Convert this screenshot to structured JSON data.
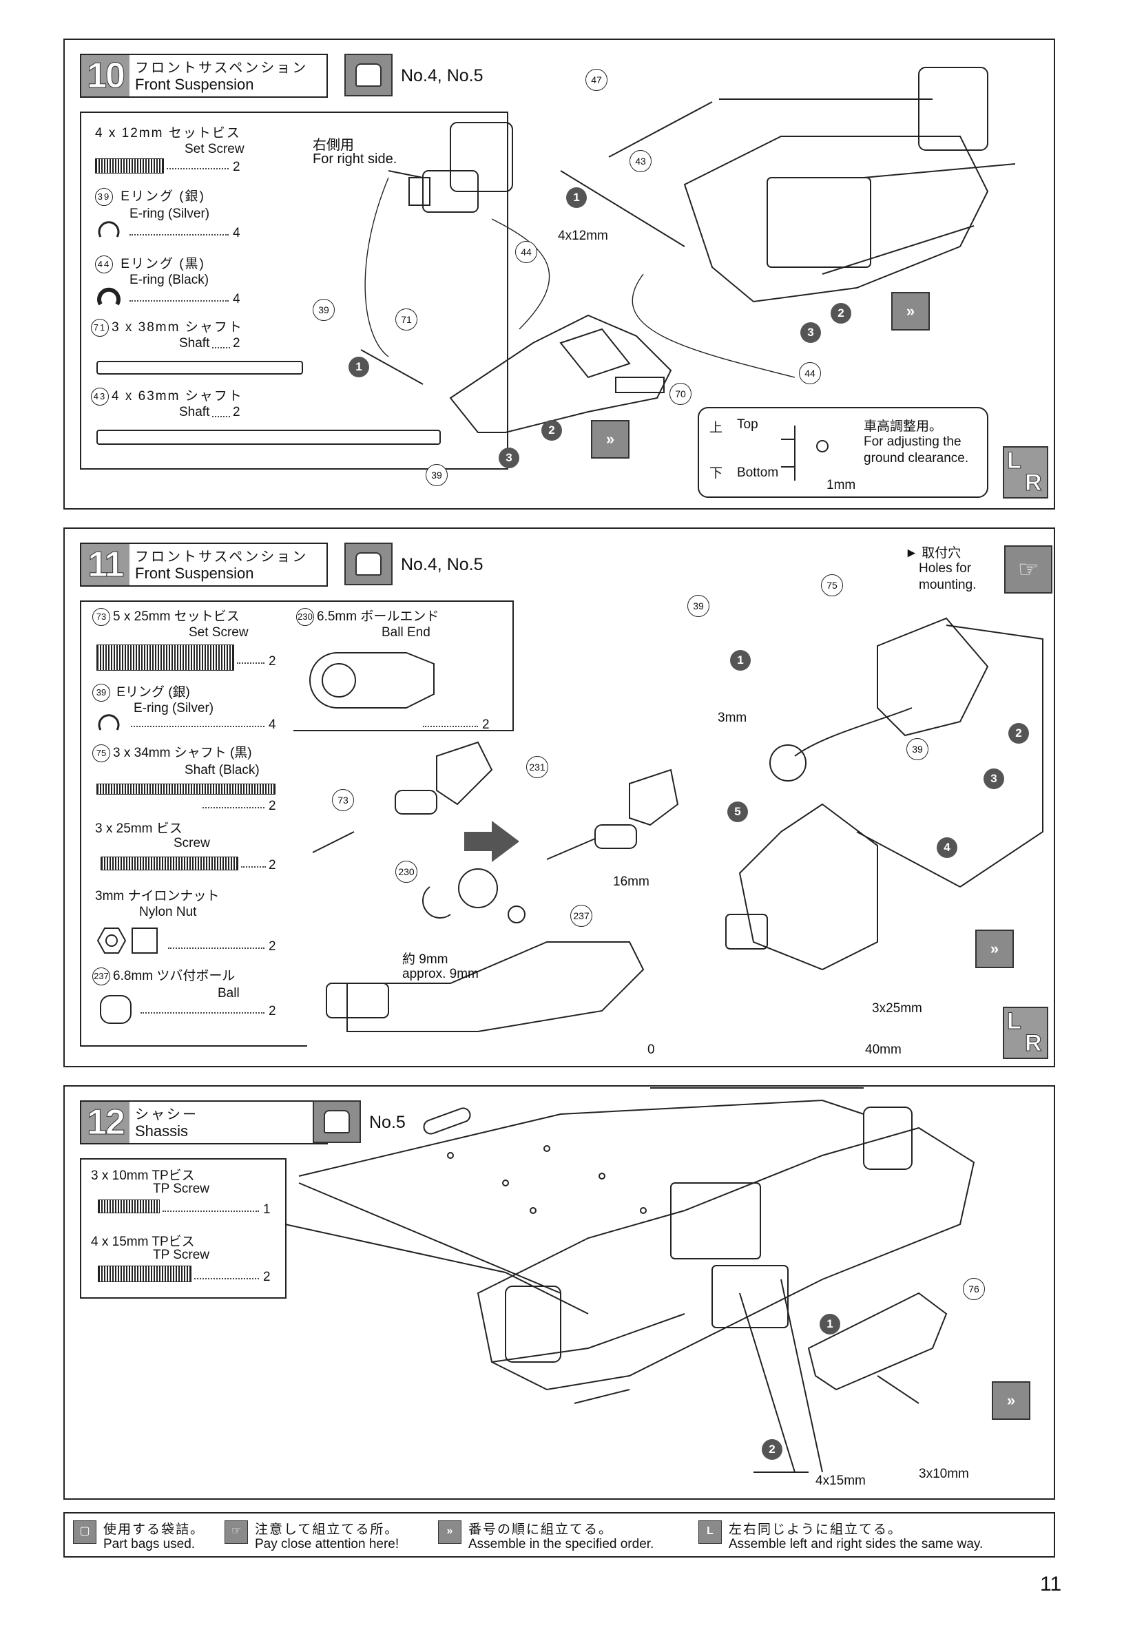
{
  "step10": {
    "number": "10",
    "title_jp": "フロントサスペンション",
    "title_en": "Front Suspension",
    "bags": "No.4, No.5",
    "parts": [
      {
        "id": "",
        "name_jp": "4 x 12mm セットビス",
        "name_en": "Set Screw",
        "qty": "2"
      },
      {
        "id": "39",
        "name_jp": "Eリング (銀)",
        "name_en": "E-ring (Silver)",
        "qty": "4"
      },
      {
        "id": "44",
        "name_jp": "Eリング (黒)",
        "name_en": "E-ring (Black)",
        "qty": "4"
      },
      {
        "id": "71",
        "name_jp": "3 x 38mm シャフト",
        "name_en": "Shaft",
        "qty": "2"
      },
      {
        "id": "43",
        "name_jp": "4 x 63mm シャフト",
        "name_en": "Shaft",
        "qty": "2"
      }
    ],
    "right_side_jp": "右側用",
    "right_side_en": "For right side.",
    "screw_size": "4x12mm",
    "callouts": [
      "47",
      "43",
      "44",
      "39",
      "71",
      "70",
      "39",
      "44"
    ],
    "detail": {
      "top_jp": "上",
      "top_en": "Top",
      "bottom_jp": "下",
      "bottom_en": "Bottom",
      "note_jp": "車高調整用。",
      "note_en": "For adjusting the ground clearance.",
      "dimension": "1mm"
    }
  },
  "step11": {
    "number": "11",
    "title_jp": "フロントサスペンション",
    "title_en": "Front Suspension",
    "bags": "No.4, No.5",
    "parts": [
      {
        "id": "73",
        "name_jp": "5 x 25mm セットビス",
        "name_en": "Set Screw",
        "qty": "2"
      },
      {
        "id": "39",
        "name_jp": "Eリング (銀)",
        "name_en": "E-ring (Silver)",
        "qty": "4"
      },
      {
        "id": "75",
        "name_jp": "3 x 34mm シャフト (黒)",
        "name_en": "Shaft (Black)",
        "qty": "2"
      },
      {
        "id": "",
        "name_jp": "3 x 25mm ビス",
        "name_en": "Screw",
        "qty": "2"
      },
      {
        "id": "",
        "name_jp": "3mm ナイロンナット",
        "name_en": "Nylon Nut",
        "qty": "2"
      },
      {
        "id": "237",
        "name_jp": "6.8mm ツバ付ボール",
        "name_en": "Ball",
        "qty": "2"
      }
    ],
    "ball_end": {
      "id": "230",
      "name_jp": "6.5mm ボールエンド",
      "name_en": "Ball End",
      "qty": "2"
    },
    "holes_jp": "取付穴",
    "holes_en": "Holes for mounting.",
    "dim_16": "16mm",
    "dim_9_jp": "約 9mm",
    "dim_9_en": "approx. 9mm",
    "dim_3mm": "3mm",
    "dim_3x25": "3x25mm",
    "scale_0": "0",
    "scale_40": "40mm",
    "callouts": [
      "73",
      "231",
      "230",
      "237",
      "39",
      "75",
      "39"
    ]
  },
  "step12": {
    "number": "12",
    "title_jp": "シャシー",
    "title_en": "Shassis",
    "bags": "No.5",
    "parts": [
      {
        "name_jp": "3 x 10mm TPビス",
        "name_en": "TP Screw",
        "qty": "1"
      },
      {
        "name_jp": "4 x 15mm TPビス",
        "name_en": "TP Screw",
        "qty": "2"
      }
    ],
    "callout": "76",
    "dim_4x15": "4x15mm",
    "dim_3x10": "3x10mm"
  },
  "legend": [
    {
      "jp": "使用する袋詰。",
      "en": "Part bags used."
    },
    {
      "jp": "注意して組立てる所。",
      "en": "Pay close attention here!"
    },
    {
      "jp": "番号の順に組立てる。",
      "en": "Assemble in the specified order."
    },
    {
      "jp": "左右同じように組立てる。",
      "en": "Assemble left and right sides the same way."
    }
  ],
  "page_number": "11"
}
